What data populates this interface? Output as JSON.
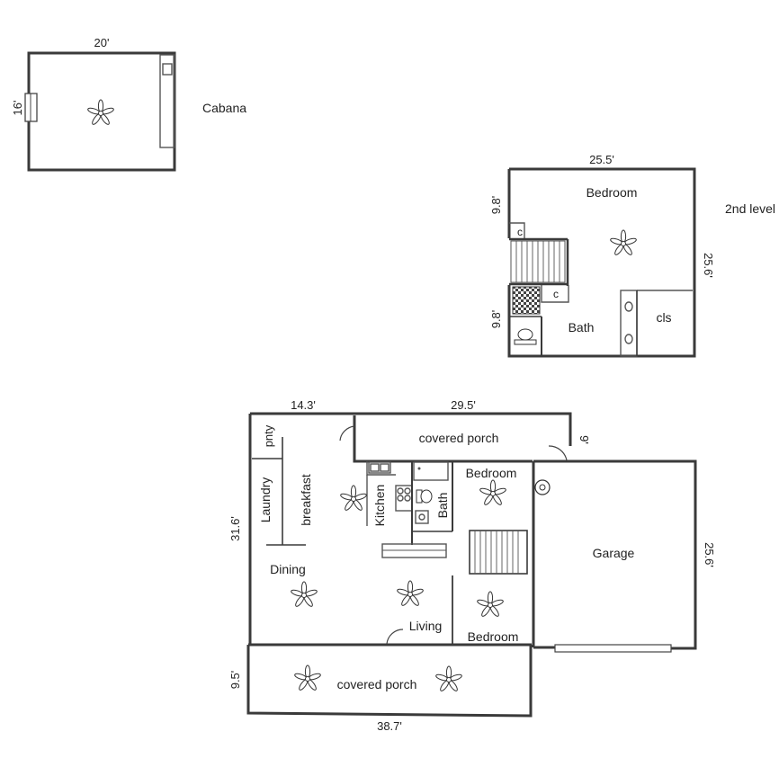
{
  "cabana": {
    "title": "Cabana",
    "width": "20'",
    "depth": "16'"
  },
  "second_level": {
    "title": "2nd level",
    "width": "25.5'",
    "depth": "25.6'",
    "upper_height": "9.8'",
    "lower_height": "9.8'",
    "rooms": {
      "bedroom": "Bedroom",
      "bath": "Bath",
      "closet": "cls",
      "closet_upper": "c",
      "closet_lower": "c"
    }
  },
  "main_level": {
    "width_left": "14.3'",
    "width_right": "29.5'",
    "porch_depth": "9'",
    "depth": "31.6'",
    "garage_depth": "25.6'",
    "rear_porch_depth": "9.5'",
    "bottom_width": "38.7'",
    "rooms": {
      "pantry": "pnty",
      "laundry": "Laundry",
      "breakfast": "breakfast",
      "kitchen": "Kitchen",
      "bath": "Bath",
      "bedroom_top": "Bedroom",
      "bedroom_bottom": "Bedroom",
      "covered_porch_top": "covered porch",
      "covered_porch_bottom": "covered porch",
      "dining": "Dining",
      "living": "Living",
      "garage": "Garage"
    }
  },
  "colors": {
    "wall": "#3a3a3a",
    "text": "#222222",
    "background": "#ffffff"
  }
}
